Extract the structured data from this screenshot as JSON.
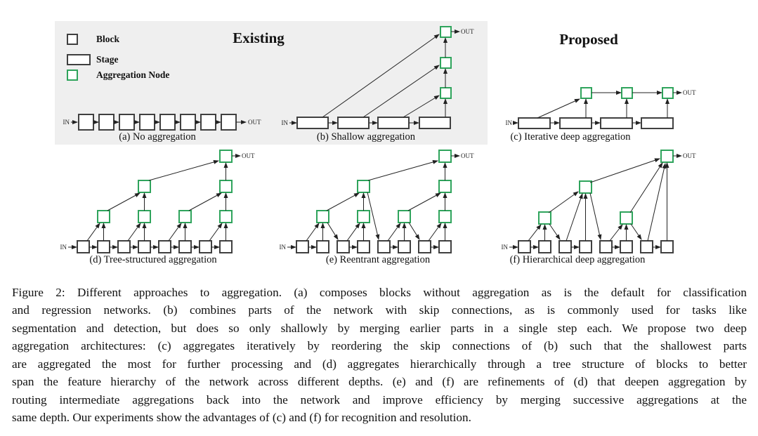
{
  "figure": {
    "titles": {
      "existing": "Existing",
      "proposed": "Proposed"
    },
    "legend": [
      {
        "kind": "block",
        "label": "Block"
      },
      {
        "kind": "stage",
        "label": "Stage"
      },
      {
        "kind": "agg",
        "label": "Aggregation Node"
      }
    ],
    "io": {
      "in": "IN",
      "out": "OUT"
    },
    "colors": {
      "aggregation_node_green": "#2fa45c",
      "node_border": "#404040",
      "arrow": "#222222",
      "existing_panel_background": "#efefef"
    },
    "diagrams": [
      {
        "id": "a",
        "label": "(a) No aggregation",
        "in": [
          99,
          177
        ],
        "out": [
          353,
          177
        ],
        "nodes": [
          [
            112,
            163,
            21,
            22,
            "block"
          ],
          [
            141,
            163,
            21,
            22,
            "block"
          ],
          [
            170,
            163,
            21,
            22,
            "block"
          ],
          [
            199,
            163,
            21,
            22,
            "block"
          ],
          [
            228,
            163,
            21,
            22,
            "block"
          ],
          [
            257,
            163,
            21,
            22,
            "block"
          ],
          [
            286,
            163,
            21,
            22,
            "block"
          ],
          [
            315,
            163,
            21,
            22,
            "block"
          ]
        ],
        "arrows": [
          [
            101,
            174,
            110,
            174
          ],
          [
            133,
            174,
            140,
            174
          ],
          [
            162,
            174,
            169,
            174
          ],
          [
            191,
            174,
            198,
            174
          ],
          [
            220,
            174,
            227,
            174
          ],
          [
            249,
            174,
            256,
            174
          ],
          [
            278,
            174,
            285,
            174
          ],
          [
            307,
            174,
            314,
            174
          ],
          [
            336,
            174,
            350,
            174
          ]
        ]
      },
      {
        "id": "b",
        "label": "(b) Shallow aggregation",
        "in": [
          410,
          178
        ],
        "out": [
          656,
          48
        ],
        "nodes": [
          [
            423,
            167,
            44,
            16,
            "stage"
          ],
          [
            481,
            167,
            44,
            16,
            "stage"
          ],
          [
            538,
            167,
            44,
            16,
            "stage"
          ],
          [
            597,
            167,
            44,
            16,
            "stage"
          ],
          [
            627,
            38,
            15,
            15,
            "agg"
          ],
          [
            627,
            82,
            15,
            15,
            "agg"
          ],
          [
            627,
            125,
            15,
            15,
            "agg"
          ]
        ],
        "arrows": [
          [
            412,
            175,
            422,
            175
          ],
          [
            467,
            175,
            480,
            175
          ],
          [
            525,
            175,
            537,
            175
          ],
          [
            582,
            175,
            596,
            175
          ],
          [
            459,
            167,
            625,
            49
          ],
          [
            517,
            167,
            625,
            93
          ],
          [
            574,
            167,
            625,
            136
          ],
          [
            634,
            167,
            634,
            141
          ],
          [
            634,
            125,
            634,
            98
          ],
          [
            634,
            82,
            634,
            54
          ],
          [
            642,
            45,
            654,
            45
          ]
        ]
      },
      {
        "id": "c",
        "label": "(c) Iterative deep aggregation",
        "in": [
          729,
          178
        ],
        "out": [
          972,
          135
        ],
        "nodes": [
          [
            738,
            168,
            45,
            15,
            "stage"
          ],
          [
            797,
            168,
            45,
            15,
            "stage"
          ],
          [
            855,
            168,
            45,
            15,
            "stage"
          ],
          [
            913,
            168,
            45,
            15,
            "stage"
          ],
          [
            827,
            125,
            15,
            15,
            "agg"
          ],
          [
            885,
            125,
            15,
            15,
            "agg"
          ],
          [
            943,
            125,
            15,
            15,
            "agg"
          ]
        ],
        "arrows": [
          [
            731,
            175,
            737,
            175
          ],
          [
            783,
            175,
            796,
            175
          ],
          [
            842,
            175,
            854,
            175
          ],
          [
            900,
            175,
            912,
            175
          ],
          [
            765,
            168,
            825,
            141
          ],
          [
            834,
            168,
            834,
            141
          ],
          [
            892,
            168,
            892,
            141
          ],
          [
            950,
            168,
            950,
            141
          ],
          [
            842,
            132,
            884,
            132
          ],
          [
            900,
            132,
            942,
            132
          ],
          [
            958,
            132,
            970,
            132
          ]
        ]
      },
      {
        "id": "d",
        "label": "(d) Tree-structured aggregation",
        "in": [
          95,
          355
        ],
        "out": [
          344,
          225
        ],
        "nodes": [
          [
            110,
            343,
            17,
            17,
            "block"
          ],
          [
            139,
            343,
            17,
            17,
            "block"
          ],
          [
            168,
            343,
            17,
            17,
            "block"
          ],
          [
            197,
            343,
            17,
            17,
            "block"
          ],
          [
            226,
            343,
            17,
            17,
            "block"
          ],
          [
            255,
            343,
            17,
            17,
            "block"
          ],
          [
            284,
            343,
            17,
            17,
            "block"
          ],
          [
            313,
            343,
            17,
            17,
            "block"
          ],
          [
            139,
            300,
            17,
            17,
            "agg"
          ],
          [
            197,
            300,
            17,
            17,
            "agg"
          ],
          [
            255,
            300,
            17,
            17,
            "agg"
          ],
          [
            313,
            300,
            17,
            17,
            "agg"
          ],
          [
            197,
            257,
            17,
            17,
            "agg"
          ],
          [
            313,
            257,
            17,
            17,
            "agg"
          ],
          [
            313,
            214,
            17,
            17,
            "agg"
          ]
        ],
        "arrows": [
          [
            97,
            352,
            109,
            352
          ],
          [
            127,
            352,
            138,
            352
          ],
          [
            156,
            352,
            167,
            352
          ],
          [
            185,
            352,
            196,
            352
          ],
          [
            214,
            352,
            225,
            352
          ],
          [
            243,
            352,
            254,
            352
          ],
          [
            272,
            352,
            283,
            352
          ],
          [
            301,
            352,
            312,
            352
          ],
          [
            124,
            343,
            142,
            318
          ],
          [
            147.5,
            343,
            147.5,
            318
          ],
          [
            182,
            343,
            200,
            318
          ],
          [
            205.5,
            343,
            205.5,
            318
          ],
          [
            240,
            343,
            258,
            318
          ],
          [
            263.5,
            343,
            263.5,
            318
          ],
          [
            298,
            343,
            316,
            318
          ],
          [
            321.5,
            343,
            321.5,
            318
          ],
          [
            153,
            300,
            199,
            275
          ],
          [
            205.5,
            300,
            205.5,
            275
          ],
          [
            269,
            300,
            315,
            275
          ],
          [
            321.5,
            300,
            321.5,
            275
          ],
          [
            212,
            257,
            311,
            229
          ],
          [
            321.5,
            257,
            321.5,
            232
          ],
          [
            330,
            222,
            342,
            222
          ]
        ]
      },
      {
        "id": "e",
        "label": "(e) Reentrant aggregation",
        "in": [
          407,
          355
        ],
        "out": [
          656,
          225
        ],
        "nodes": [
          [
            422,
            343,
            17,
            17,
            "block"
          ],
          [
            451,
            343,
            17,
            17,
            "block"
          ],
          [
            480,
            343,
            17,
            17,
            "block"
          ],
          [
            509,
            343,
            17,
            17,
            "block"
          ],
          [
            538,
            343,
            17,
            17,
            "block"
          ],
          [
            567,
            343,
            17,
            17,
            "block"
          ],
          [
            596,
            343,
            17,
            17,
            "block"
          ],
          [
            625,
            343,
            17,
            17,
            "block"
          ],
          [
            451,
            300,
            17,
            17,
            "agg"
          ],
          [
            509,
            300,
            17,
            17,
            "agg"
          ],
          [
            567,
            300,
            17,
            17,
            "agg"
          ],
          [
            625,
            300,
            17,
            17,
            "agg"
          ],
          [
            509,
            257,
            17,
            17,
            "agg"
          ],
          [
            625,
            257,
            17,
            17,
            "agg"
          ],
          [
            625,
            214,
            17,
            17,
            "agg"
          ]
        ],
        "arrows": [
          [
            409,
            352,
            421,
            352
          ],
          [
            439,
            352,
            450,
            352
          ],
          [
            497,
            352,
            508,
            352
          ],
          [
            555,
            352,
            566,
            352
          ],
          [
            613,
            352,
            624,
            352
          ],
          [
            436,
            343,
            454,
            318
          ],
          [
            459.5,
            343,
            459.5,
            318
          ],
          [
            494,
            343,
            512,
            318
          ],
          [
            517.5,
            343,
            517.5,
            318
          ],
          [
            552,
            343,
            570,
            318
          ],
          [
            575.5,
            343,
            575.5,
            318
          ],
          [
            610,
            343,
            628,
            318
          ],
          [
            633.5,
            343,
            633.5,
            318
          ],
          [
            465,
            300,
            511,
            275
          ],
          [
            517.5,
            300,
            517.5,
            275
          ],
          [
            581,
            300,
            627,
            275
          ],
          [
            633.5,
            300,
            633.5,
            275
          ],
          [
            524,
            257,
            623,
            229
          ],
          [
            633.5,
            257,
            633.5,
            232
          ],
          [
            466,
            317,
            481,
            341
          ],
          [
            523,
            274,
            539,
            341
          ],
          [
            582,
            317,
            597,
            341
          ],
          [
            642,
            222,
            654,
            222
          ]
        ]
      },
      {
        "id": "f",
        "label": "(f) Hierarchical deep aggregation",
        "in": [
          723,
          355
        ],
        "out": [
          972,
          225
        ],
        "nodes": [
          [
            738,
            343,
            17,
            17,
            "block"
          ],
          [
            767,
            343,
            17,
            17,
            "block"
          ],
          [
            796,
            343,
            17,
            17,
            "block"
          ],
          [
            825,
            343,
            17,
            17,
            "block"
          ],
          [
            854,
            343,
            17,
            17,
            "block"
          ],
          [
            883,
            343,
            17,
            17,
            "block"
          ],
          [
            912,
            343,
            17,
            17,
            "block"
          ],
          [
            941,
            343,
            17,
            17,
            "block"
          ],
          [
            767,
            302,
            17,
            17,
            "agg"
          ],
          [
            825,
            258,
            17,
            17,
            "agg"
          ],
          [
            883,
            302,
            17,
            17,
            "agg"
          ],
          [
            941,
            214,
            17,
            17,
            "agg"
          ]
        ],
        "arrows": [
          [
            725,
            352,
            737,
            352
          ],
          [
            755,
            352,
            766,
            352
          ],
          [
            813,
            352,
            824,
            352
          ],
          [
            871,
            352,
            882,
            352
          ],
          [
            929,
            352,
            940,
            352
          ],
          [
            752,
            343,
            770,
            320
          ],
          [
            775.5,
            343,
            775.5,
            320
          ],
          [
            782,
            319,
            797,
            341
          ],
          [
            781,
            303,
            823,
            273
          ],
          [
            806,
            343,
            829,
            276
          ],
          [
            833.5,
            343,
            833.5,
            276
          ],
          [
            840,
            275,
            855,
            341
          ],
          [
            868,
            343,
            886,
            320
          ],
          [
            891.5,
            343,
            891.5,
            320
          ],
          [
            898,
            319,
            913,
            341
          ],
          [
            840,
            260,
            939,
            226
          ],
          [
            897,
            303,
            943,
            232
          ],
          [
            922,
            343,
            947,
            233
          ],
          [
            949.5,
            343,
            949.5,
            232
          ],
          [
            958,
            222,
            970,
            222
          ]
        ]
      }
    ]
  },
  "caption": {
    "lines": [
      "Figure 2: Different approaches to aggregation. (a) composes blocks without aggregation as is the default for classification",
      "and regression networks.  (b) combines parts of the network with skip connections, as is commonly used for tasks like",
      "segmentation and detection, but does so only shallowly by merging earlier parts in a single step each. We propose two deep",
      "aggregation architectures: (c) aggregates iteratively by reordering the skip connections of (b) such that the shallowest parts",
      "are aggregated the most for further processing and (d) aggregates hierarchically through a tree structure of blocks to better",
      "span the feature hierarchy of the network across different depths. (e) and (f) are refinements of (d) that deepen aggregation by",
      "routing intermediate aggregations back into the network and improve efficiency by merging successive aggregations at the",
      "same depth. Our experiments show the advantages of (c) and (f) for recognition and resolution."
    ]
  }
}
